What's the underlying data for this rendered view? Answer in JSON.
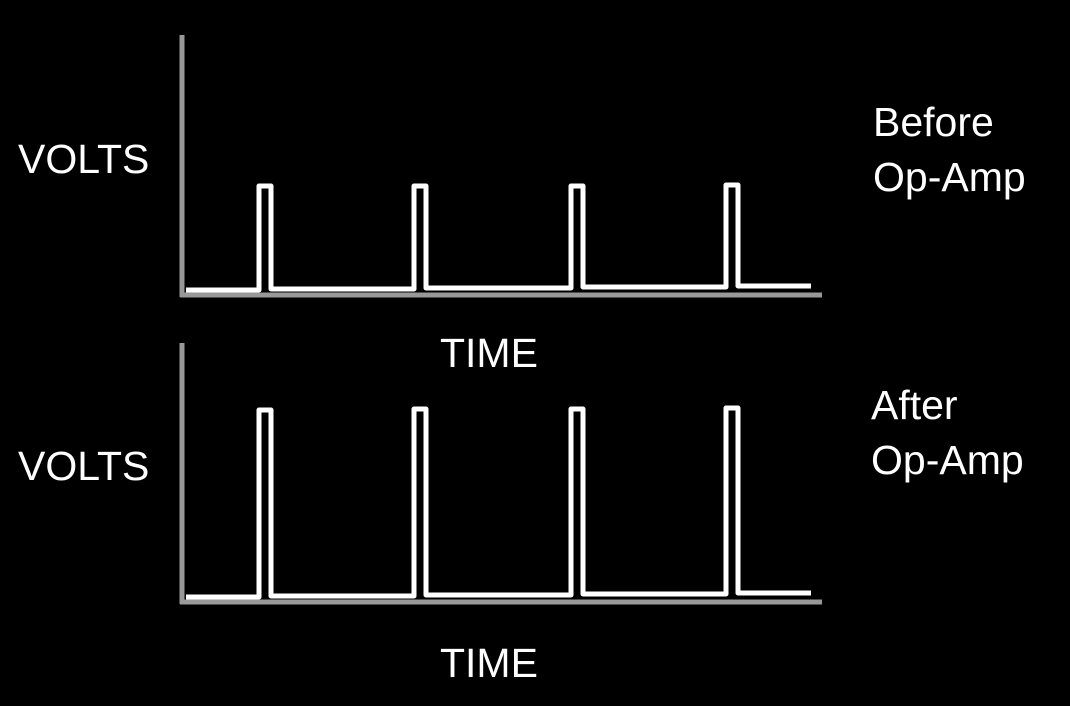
{
  "top_chart": {
    "ylabel": "VOLTS",
    "xlabel": "TIME",
    "caption_line1": "Before",
    "caption_line2": "Op-Amp"
  },
  "bottom_chart": {
    "ylabel": "VOLTS",
    "xlabel": "TIME",
    "caption_line1": "After",
    "caption_line2": "Op-Amp"
  },
  "colors": {
    "background": "#000000",
    "axis": "#999999",
    "signal": "#ffffff",
    "text": "#ffffff"
  },
  "chart_data": [
    {
      "type": "line",
      "title": "Before Op-Amp",
      "xlabel": "TIME",
      "ylabel": "VOLTS",
      "description": "Pulse train with 4 small rectangular pulses",
      "pulse_count": 4,
      "pulse_height_relative": 1.0,
      "grid": false
    },
    {
      "type": "line",
      "title": "After Op-Amp",
      "xlabel": "TIME",
      "ylabel": "VOLTS",
      "description": "Same pulse train amplified; pulses roughly 1.75x taller",
      "pulse_count": 4,
      "pulse_height_relative": 1.75,
      "grid": false
    }
  ]
}
